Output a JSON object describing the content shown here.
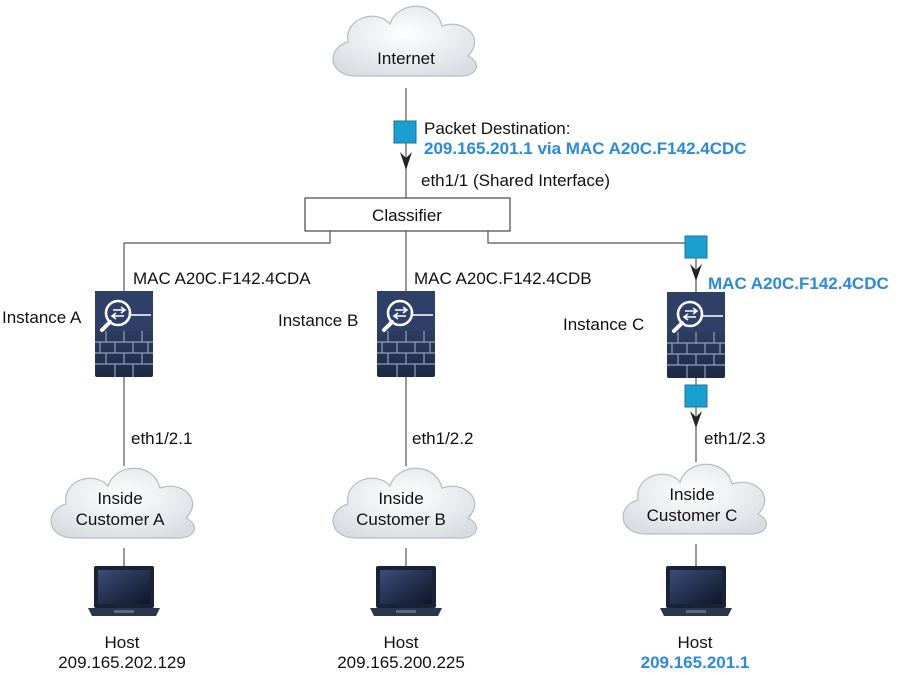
{
  "colors": {
    "accent": "#2b8ae0",
    "packet": "#1aa0d0",
    "firewall": "#2c3b5c",
    "cloud": "#e9ecef",
    "line": "#555555"
  },
  "internet": {
    "label": "Internet"
  },
  "packet_destination": {
    "title": "Packet Destination:",
    "value": "209.165.201.1 via MAC A20C.F142.4CDC"
  },
  "shared_interface": {
    "label": "eth1/1 (Shared Interface)"
  },
  "classifier": {
    "label": "Classifier"
  },
  "instances": [
    {
      "name": "Instance A",
      "mac": "MAC A20C.F142.4CDA",
      "interface": "eth1/2.1",
      "cloud_line1": "Inside",
      "cloud_line2": "Customer A",
      "host_label": "Host",
      "host_ip": "209.165.202.129"
    },
    {
      "name": "Instance B",
      "mac": "MAC A20C.F142.4CDB",
      "interface": "eth1/2.2",
      "cloud_line1": "Inside",
      "cloud_line2": "Customer B",
      "host_label": "Host",
      "host_ip": "209.165.200.225"
    },
    {
      "name": "Instance C",
      "mac": "MAC A20C.F142.4CDC",
      "interface": "eth1/2.3",
      "cloud_line1": "Inside",
      "cloud_line2": "Customer C",
      "host_label": "Host",
      "host_ip": "209.165.201.1"
    }
  ]
}
